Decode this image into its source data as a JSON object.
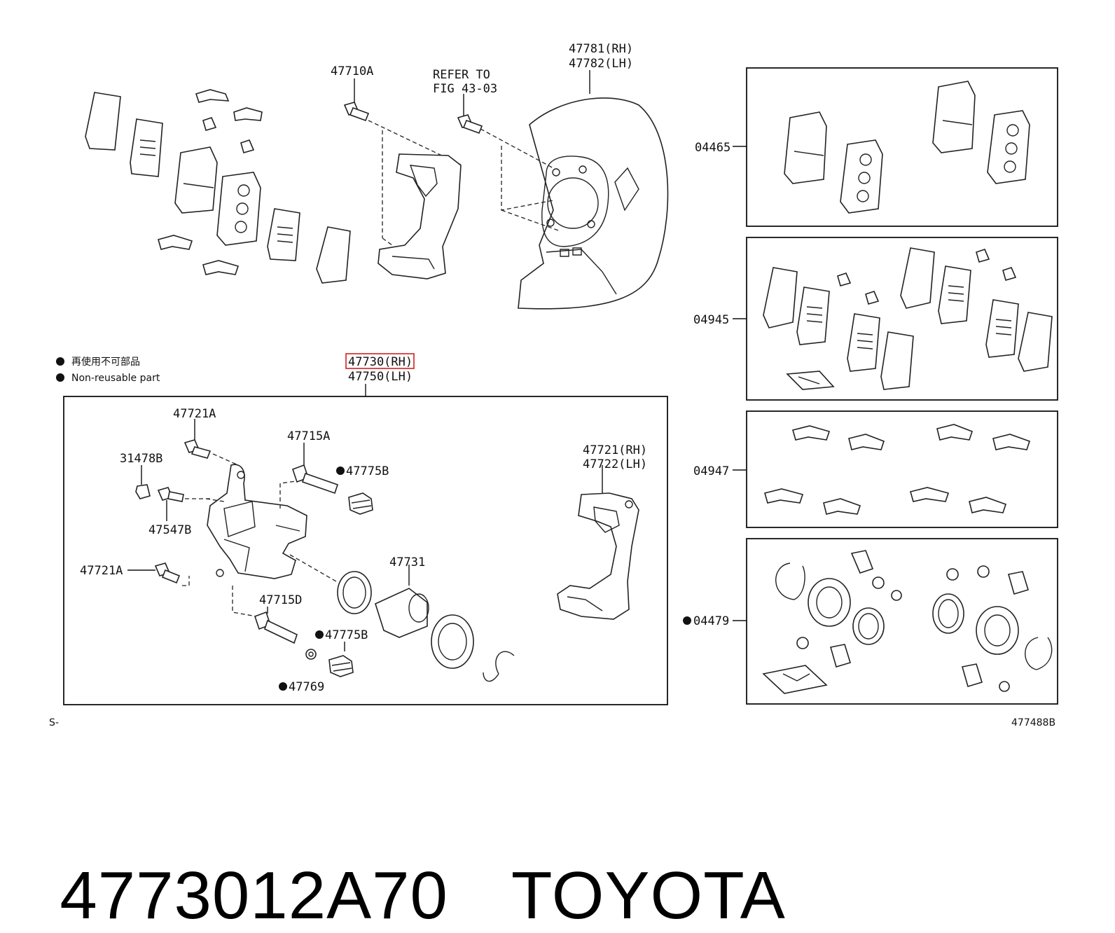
{
  "legend": {
    "jp": "再使用不可部品",
    "en": "Non-reusable part"
  },
  "refer": [
    "REFER TO",
    "FIG 43-03"
  ],
  "labels": {
    "p47710A": "47710A",
    "p47781": "47781(RH)",
    "p47782": "47782(LH)",
    "p04465": "04465",
    "p04945": "04945",
    "p04947": "04947",
    "p04479": "04479",
    "p47730": "47730(RH)",
    "p47750": "47750(LH)",
    "p47721A_top": "47721A",
    "p47715A": "47715A",
    "p31478B": "31478B",
    "p47775B_top": "47775B",
    "p47547B": "47547B",
    "p47721A_left": "47721A",
    "p47731": "47731",
    "p47715D": "47715D",
    "p47775B_bot": "47775B",
    "p47769": "47769",
    "p47721": "47721(RH)",
    "p47722": "47722(LH)",
    "corner_left": "S-",
    "corner_right": "477488B"
  },
  "highlight_color": "#d42020",
  "caption": {
    "part_number": "4773012A70",
    "brand": "TOYOTA"
  }
}
